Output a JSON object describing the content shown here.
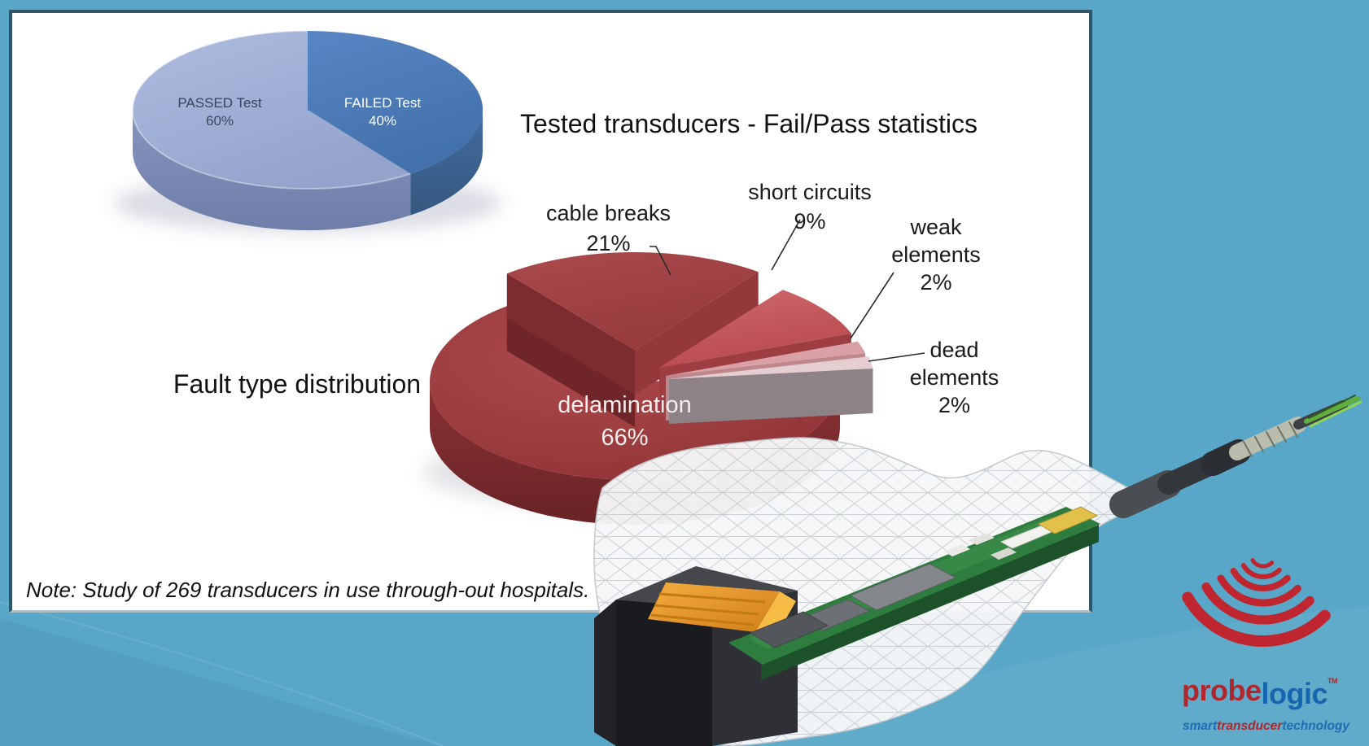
{
  "slide": {
    "title": "Tested transducers - Fail/Pass statistics",
    "fault_chart_title": "Fault type distribution",
    "note": "Note: Study of 269 transducers in use through-out hospitals."
  },
  "pass_fail_pie": {
    "passed": {
      "label": "PASSED Test",
      "value": "60%"
    },
    "failed": {
      "label": "FAILED Test",
      "value": "40%"
    }
  },
  "fault_pie": {
    "center": {
      "label": "delamination",
      "value": "66%"
    },
    "cable": {
      "label": "cable breaks",
      "value": "21%"
    },
    "short": {
      "label": "short circuits",
      "value": "9%"
    },
    "weak": {
      "line1": "weak",
      "line2": "elements",
      "value": "2%"
    },
    "dead": {
      "line1": "dead",
      "line2": "elements",
      "value": "2%"
    }
  },
  "logo": {
    "word1": "probe",
    "word2": "logic",
    "trademark": "TM",
    "tagline1": "smart",
    "tagline2": "transducer",
    "tagline3": "technology"
  },
  "colors": {
    "background": "#58a7c8",
    "card_border": "#2f5566",
    "passed_slice": "#9daed8",
    "failed_slice": "#4c7cb9",
    "delamination": "#9d3b3e",
    "cable_breaks": "#a23f42",
    "short_circuits": "#c25055",
    "weak_elements": "#d89da1",
    "dead_elements": "#e3ccd0",
    "logo_red": "#b0262d",
    "logo_blue": "#1566ae"
  },
  "chart_data": [
    {
      "type": "pie",
      "style": "3d",
      "title": "Tested transducers - Fail/Pass statistics",
      "labels": [
        "PASSED Test",
        "FAILED Test"
      ],
      "values": [
        60,
        40
      ],
      "unit": "%",
      "colors": [
        "#9daed8",
        "#4c7cb9"
      ],
      "data_labels": "inside",
      "legend": "none"
    },
    {
      "type": "pie",
      "style": "3d-exploded",
      "title": "Fault type distribution",
      "labels": [
        "delamination",
        "cable breaks",
        "short circuits",
        "weak elements",
        "dead elements"
      ],
      "values": [
        66,
        21,
        9,
        2,
        2
      ],
      "unit": "%",
      "colors": [
        "#9d3b3e",
        "#a23f42",
        "#c25055",
        "#d89da1",
        "#e3ccd0"
      ],
      "data_labels": "outside with leader lines; delamination labeled inside",
      "legend": "none"
    }
  ]
}
